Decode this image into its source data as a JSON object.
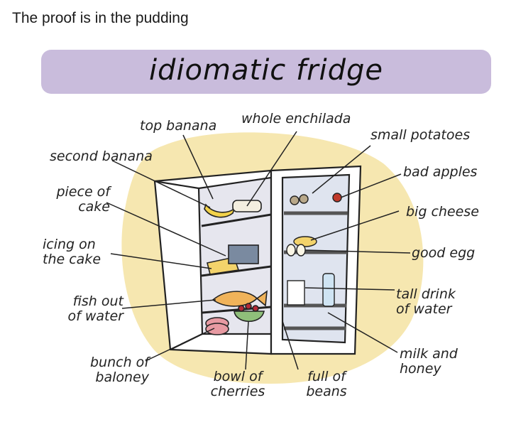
{
  "caption": "The proof is in the pudding",
  "title": "idiomatic fridge",
  "labels": {
    "top_banana": "top banana",
    "whole_enchilada": "whole enchilada",
    "small_potatoes": "small potatoes",
    "second_banana": "second banana",
    "bad_apples": "bad apples",
    "piece_of_cake_1": "piece of",
    "piece_of_cake_2": "cake",
    "big_cheese": "big cheese",
    "icing_1": "icing on",
    "icing_2": "the cake",
    "good_egg": "good egg",
    "tall_drink_1": "tall drink",
    "tall_drink_2": "of water",
    "fish_1": "fish out",
    "fish_2": "of water",
    "milk_1": "milk and",
    "milk_2": "honey",
    "baloney_1": "bunch of",
    "baloney_2": "baloney",
    "cherries_1": "bowl of",
    "cherries_2": "cherries",
    "beans_1": "full of",
    "beans_2": "beans"
  },
  "colors": {
    "banner": "#c9bcdc",
    "blob": "#f6e7b0",
    "fridge_fill": "#ffffff",
    "fridge_inside": "#e6e6ee",
    "banana": "#f2d24a",
    "cherry": "#b42a36",
    "bowl": "#8fbf7a",
    "fish": "#f0b35a"
  }
}
